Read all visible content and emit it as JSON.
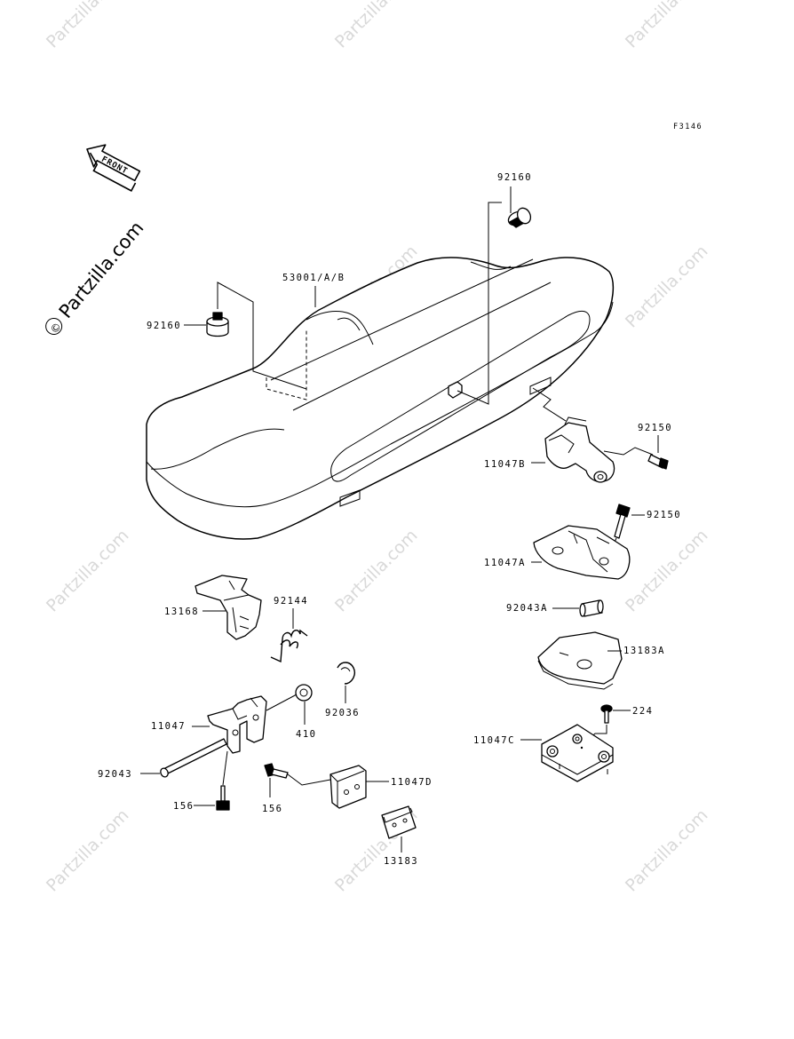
{
  "figure_code": "F3146",
  "front_label": "FRONT",
  "watermark": {
    "text": "Partzilla.com",
    "symbol": "©"
  },
  "parts": {
    "p53001": "53001/A/B",
    "p92160_top": "92160",
    "p92160_left": "92160",
    "p92150_a": "92150",
    "p92150_b": "92150",
    "p11047B": "11047B",
    "p11047A": "11047A",
    "p92043A": "92043A",
    "p13183A": "13183A",
    "p224": "224",
    "p11047C": "11047C",
    "p13168": "13168",
    "p92144": "92144",
    "p92036": "92036",
    "p410": "410",
    "p11047": "11047",
    "p92043": "92043",
    "p156_left": "156",
    "p156_mid": "156",
    "p11047D": "11047D",
    "p13183": "13183"
  }
}
